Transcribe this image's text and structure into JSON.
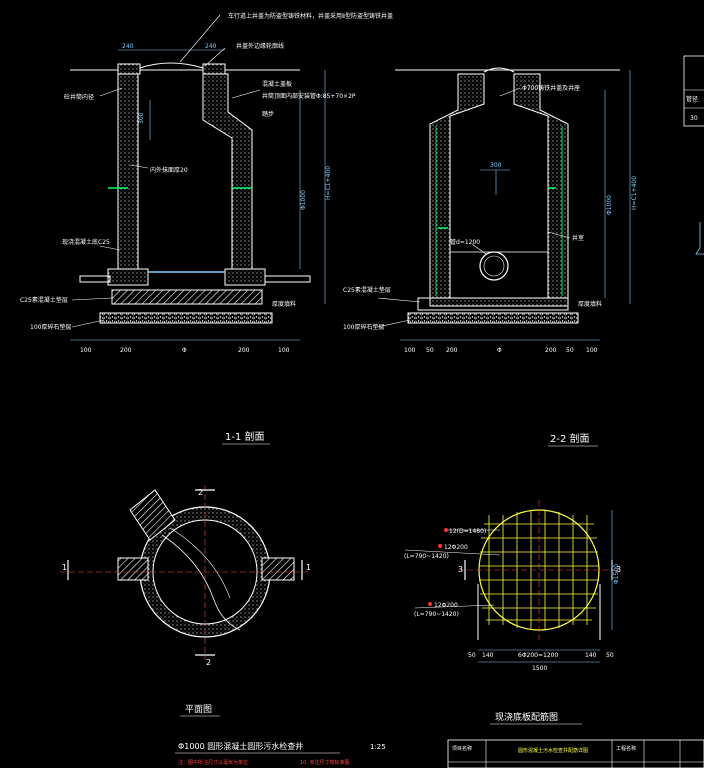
{
  "colors": {
    "background": "#000000",
    "lines": "#ffffff",
    "dims": "#7fd0ff",
    "accent_green": "#00ff66",
    "rebar_yellow": "#ffff44",
    "rebar_red": "#ff3333",
    "label": "#ffffff",
    "note_red": "#ff4444"
  },
  "section_1": {
    "title": "1-1 剖面",
    "top_note": "车行道上井盖为防盗型铸铁材料，井盖采用Ⅱ型防盗型铸铁井盖",
    "note_cover_outline": "井盖外边缘轮廓线",
    "note_liner": "混凝土盖板",
    "note_pipe": "井筒顶面内部安装管Φ:85+70×2P",
    "note_step": "踏步",
    "label_wall": "砼井筒内径",
    "label_plaster": "内外抹面厚20",
    "label_cast_base": "现浇混凝土底C25",
    "label_c25": "C25素混凝土垫层",
    "label_gravel": "100厚碎石垫层",
    "label_fill": "厚度填料",
    "dim_top_left": "240",
    "dim_top_right": "240",
    "dim_vert_left": "300",
    "dim_vert_total": "H=C1+400",
    "dim_inner_width": "Φ1000",
    "dims_bottom": [
      "100",
      "200",
      "Φ",
      "200",
      "100"
    ]
  },
  "section_2": {
    "title": "2-2 剖面",
    "note_cover": "Φ700铸铁井盖及井座",
    "note_pipe": "管d=1200",
    "note_step": "井室",
    "label_c25": "C25素混凝土垫层",
    "label_gravel": "100厚碎石垫层",
    "label_fill": "厚度填料",
    "dim_top": "300",
    "dim_vert_total": "H=C1+400",
    "dim_inner_width": "Φ1000",
    "dims_bottom": [
      "100",
      "50",
      "200",
      "Φ",
      "200",
      "50",
      "100"
    ]
  },
  "plan_view": {
    "title": "平面图",
    "marks": [
      "1",
      "1",
      "2",
      "2"
    ]
  },
  "rebar_view": {
    "title": "现浇底板配筋图",
    "label_top_bar": "12(D=1480)",
    "label_bar_a": "12Φ200",
    "label_bar_a_len": "(L=790~1420)",
    "label_bar_b": "12Φ200",
    "label_bar_b_len": "(L=790~1420)",
    "marks": [
      "3",
      "3"
    ],
    "dim_spacing": "6Φ200=1200",
    "dim_left": "50",
    "dim_left2": "140",
    "dim_right2": "140",
    "dim_right": "50",
    "dim_total": "1500",
    "dim_vert": "Φ1500"
  },
  "caption": {
    "main": "Φ1000  圆形混凝土圆形污水检查井",
    "scale": "1:25",
    "note_red_left": "注：图中所注尺寸以毫米为单位",
    "note_red_right": "10. 未注尺寸按标准图"
  },
  "title_block": {
    "cell_project": "项目名称",
    "cell_drawing": "圆形混凝土污水检查井配筋详图",
    "cell_drawno": "工程名称"
  },
  "side_table": {
    "head": "管径",
    "value": "30"
  }
}
